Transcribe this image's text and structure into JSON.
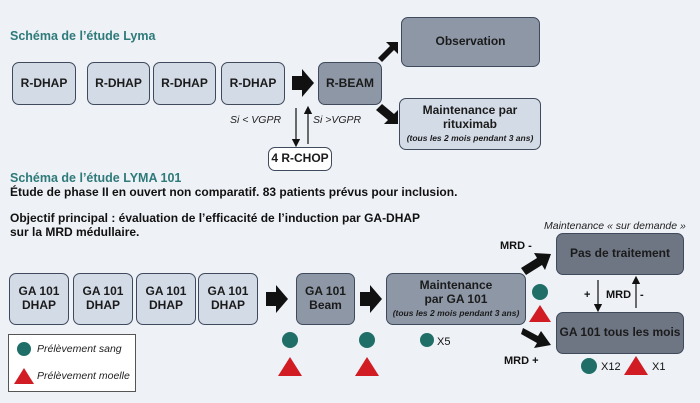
{
  "lyma": {
    "title": "Schéma de l’étude Lyma",
    "rdhap": "R-DHAP",
    "rbeam": "R-BEAM",
    "observation": "Observation",
    "maintenance": "Maintenance par rituximab",
    "maintenance_sub": "(tous les 2 mois pendant 3 ans)",
    "rchop": "4 R-CHOP",
    "si_lt": "Si < VGPR",
    "si_gt": "Si >VGPR"
  },
  "lyma101": {
    "title": "Schéma de l’étude LYMA 101",
    "line1": "Étude de phase II en ouvert non comparatif. 83 patients prévus pour inclusion.",
    "objective_line1": "Objectif principal : évaluation de l’efficacité de l’induction par GA-DHAP",
    "objective_line2": "sur la MRD médullaire.",
    "ga_line1": "GA 101",
    "ga_line2": "DHAP",
    "beam_line1": "GA 101",
    "beam_line2": "Beam",
    "maint_line1": "Maintenance",
    "maint_line2": "par GA 101",
    "maint_sub": "(tous les 2 mois pendant 3 ans)",
    "on_demand": "Maintenance « sur demande »",
    "pas": "Pas de traitement",
    "tous": "GA 101 tous les mois",
    "mrd_minus": "MRD -",
    "mrd_plus": "MRD +",
    "plus": "+",
    "mrd": "MRD",
    "minus": "-",
    "x5": "X5",
    "x12": "X12",
    "x1": "X1"
  },
  "legend": {
    "sang": "Prélèvement sang",
    "moelle": "Prélèvement moelle"
  },
  "colors": {
    "teal": "#1f6f68",
    "red": "#d11c24",
    "title": "#2e7a79",
    "box_light": "#d3dbe7",
    "box_dark": "#8d97a6"
  }
}
